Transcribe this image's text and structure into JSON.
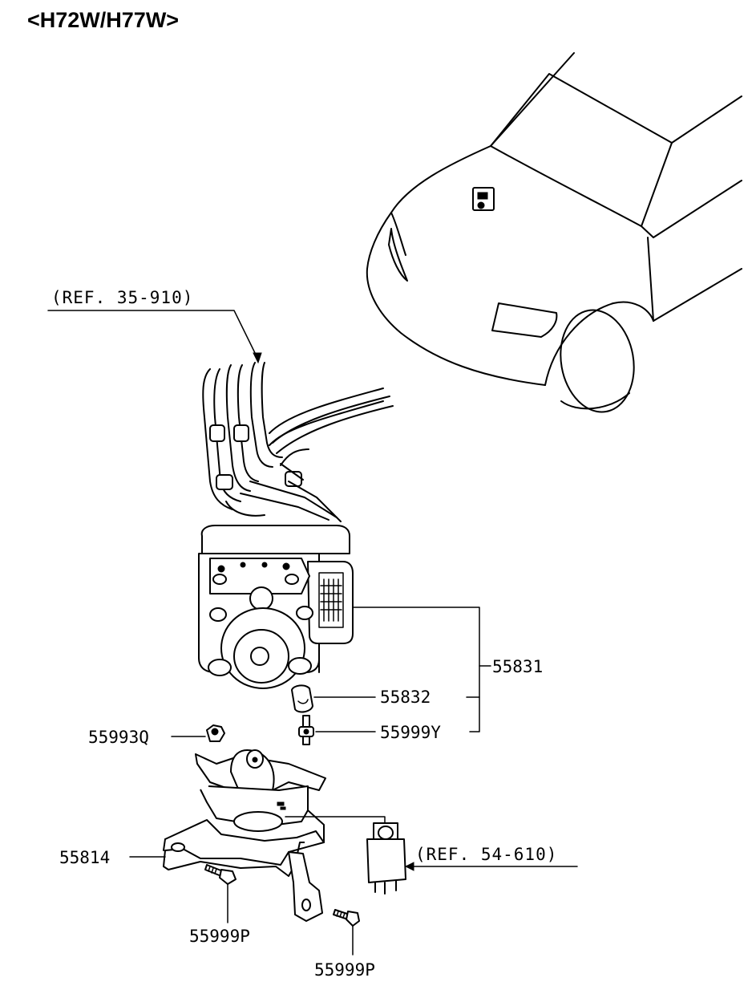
{
  "title": "<H72W/H77W>",
  "references": {
    "brake_lines": "(REF. 35-910)",
    "relay": "(REF. 54-610)"
  },
  "parts": {
    "hydraulic_unit": "55831",
    "cap": "55832",
    "unit_bolt": "55999Y",
    "nut": "55993Q",
    "bracket": "55814",
    "bracket_bolt_left": "55999P",
    "bracket_bolt_right": "55999P"
  }
}
